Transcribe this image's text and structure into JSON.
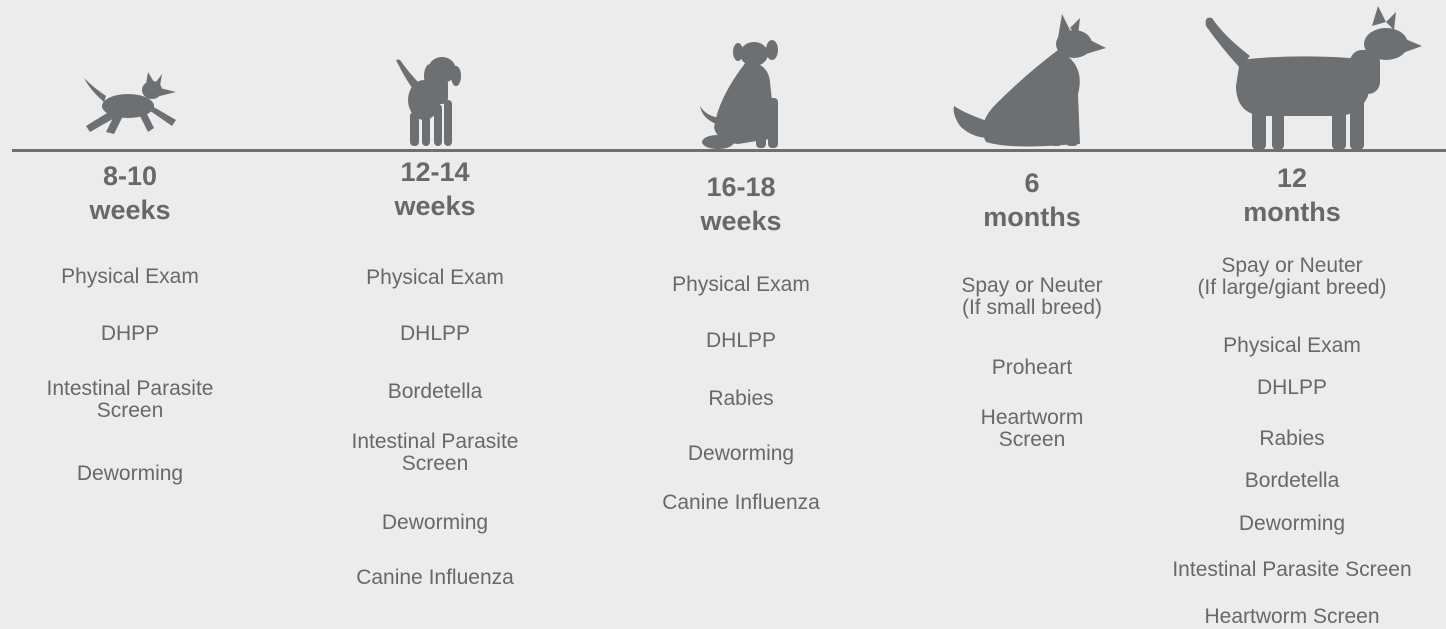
{
  "timeline": [
    {
      "age_value": "8-10",
      "age_unit": "weeks",
      "dog_icon": "running-puppy-icon",
      "items": [
        {
          "line1": "Physical Exam",
          "line2": ""
        },
        {
          "line1": "DHPP",
          "line2": ""
        },
        {
          "line1": "Intestinal Parasite",
          "line2": "Screen"
        },
        {
          "line1": "Deworming",
          "line2": ""
        }
      ]
    },
    {
      "age_value": "12-14",
      "age_unit": "weeks",
      "dog_icon": "standing-puppy-icon",
      "items": [
        {
          "line1": "Physical Exam",
          "line2": ""
        },
        {
          "line1": "DHLPP",
          "line2": ""
        },
        {
          "line1": "Bordetella",
          "line2": ""
        },
        {
          "line1": "Intestinal Parasite",
          "line2": "Screen"
        },
        {
          "line1": "Deworming",
          "line2": ""
        },
        {
          "line1": "Canine Influenza",
          "line2": ""
        }
      ]
    },
    {
      "age_value": "16-18",
      "age_unit": "weeks",
      "dog_icon": "sitting-puppy-icon",
      "items": [
        {
          "line1": "Physical Exam",
          "line2": ""
        },
        {
          "line1": "DHLPP",
          "line2": ""
        },
        {
          "line1": "Rabies",
          "line2": ""
        },
        {
          "line1": "Deworming",
          "line2": ""
        },
        {
          "line1": "Canine Influenza",
          "line2": ""
        }
      ]
    },
    {
      "age_value": "6",
      "age_unit": "months",
      "dog_icon": "sitting-dog-icon",
      "items": [
        {
          "line1": "Spay or Neuter",
          "line2": "(If small breed)"
        },
        {
          "line1": "Proheart",
          "line2": ""
        },
        {
          "line1": "Heartworm",
          "line2": "Screen"
        }
      ]
    },
    {
      "age_value": "12",
      "age_unit": "months",
      "dog_icon": "standing-adult-dog-icon",
      "items": [
        {
          "line1": "Spay or Neuter",
          "line2": "(If large/giant breed)"
        },
        {
          "line1": "Physical Exam",
          "line2": ""
        },
        {
          "line1": "DHLPP",
          "line2": ""
        },
        {
          "line1": "Rabies",
          "line2": ""
        },
        {
          "line1": "Bordetella",
          "line2": ""
        },
        {
          "line1": "Deworming",
          "line2": ""
        },
        {
          "line1": "Intestinal Parasite Screen",
          "line2": ""
        },
        {
          "line1": "Heartworm Screen",
          "line2": ""
        }
      ]
    }
  ],
  "colors": {
    "background": "#ececec",
    "silhouette": "#6d7073",
    "text": "#66686b"
  }
}
